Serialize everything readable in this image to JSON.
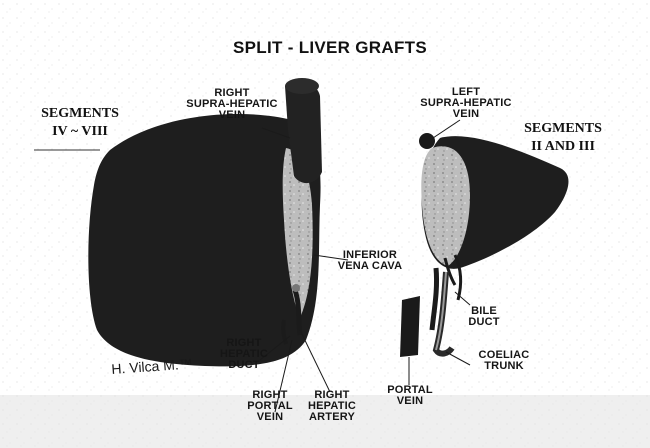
{
  "title": "SPLIT - LIVER GRAFTS",
  "segments_left": "SEGMENTS\nIV ~ VIII",
  "segments_right": "SEGMENTS\nII AND III",
  "labels": {
    "right_supra_hepatic_vein": "RIGHT\nSUPRA-HEPATIC\nVEIN",
    "left_supra_hepatic_vein": "LEFT\nSUPRA-HEPATIC\nVEIN",
    "inferior_vena_cava": "INFERIOR\nVENA CAVA",
    "bile_duct": "BILE\nDUCT",
    "coeliac_trunk": "COELIAC\nTRUNK",
    "right_hepatic_duct": "RIGHT\nHEPATIC\nDUCT",
    "right_portal_vein": "RIGHT\nPORTAL\nVEIN",
    "right_hepatic_artery": "RIGHT\nHEPATIC\nARTERY",
    "portal_vein": "PORTAL\nVEIN"
  },
  "signature": "H. Vilca M.™",
  "colors": {
    "organ": "#1e1e1e",
    "cut_surface": "#b9b9b9",
    "background": "#ffffff"
  }
}
